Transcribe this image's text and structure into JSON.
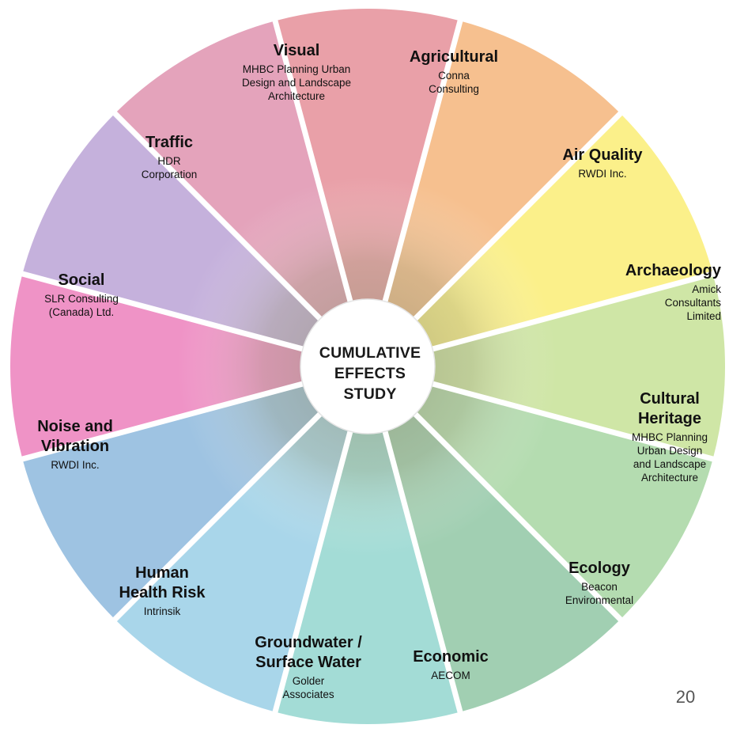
{
  "center": {
    "text": "CUMULATIVE\nEFFECTS\nSTUDY"
  },
  "page_number": "20",
  "segments": [
    {
      "title": "Visual",
      "firm": "MHBC Planning Urban\nDesign and Landscape\nArchitecture",
      "color": "#e9a0a8"
    },
    {
      "title": "Agricultural",
      "firm": "Conna\nConsulting",
      "color": "#f6c08f"
    },
    {
      "title": "Air Quality",
      "firm": "RWDI Inc.",
      "color": "#fbf08a"
    },
    {
      "title": "Archaeology",
      "firm": "Amick\nConsultants\nLimited",
      "color": "#cfe6a6"
    },
    {
      "title": "Cultural\nHeritage",
      "firm": "MHBC Planning\nUrban Design\nand Landscape\nArchitecture",
      "color": "#b4dcb0"
    },
    {
      "title": "Ecology",
      "firm": "Beacon\nEnvironmental",
      "color": "#a1cfb2"
    },
    {
      "title": "Economic",
      "firm": "AECOM",
      "color": "#a3dcd6"
    },
    {
      "title": "Groundwater /\nSurface Water",
      "firm": "Golder\nAssociates",
      "color": "#a9d6ea"
    },
    {
      "title": "Human\nHealth Risk",
      "firm": "Intrinsik",
      "color": "#9ec3e2"
    },
    {
      "title": "Noise and\nVibration",
      "firm": "RWDI Inc.",
      "color": "#ef93c6"
    },
    {
      "title": "Social",
      "firm": "SLR Consulting\n(Canada) Ltd.",
      "color": "#c5b1dc"
    },
    {
      "title": "Traffic",
      "firm": "HDR\nCorporation",
      "color": "#e4a3bb"
    }
  ]
}
